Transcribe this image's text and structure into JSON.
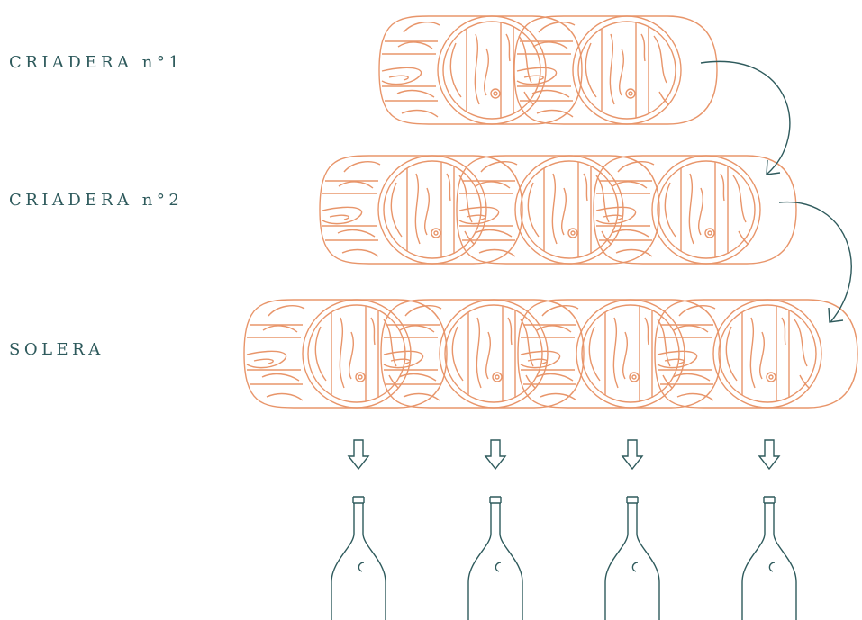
{
  "colors": {
    "barrel": "#e8956a",
    "accent": "#2e5a5c",
    "background": "#ffffff"
  },
  "tiers": [
    {
      "label": "CRIADERA n°1",
      "barrels": 2
    },
    {
      "label": "CRIADERA n°2",
      "barrels": 3
    },
    {
      "label": "SOLERA",
      "barrels": 4
    }
  ],
  "icons": {
    "barrel": "barrel-icon",
    "transfer": "curved-arrow-icon",
    "down": "down-arrow-icon",
    "bottle": "bottle-icon"
  },
  "bottles": 4
}
